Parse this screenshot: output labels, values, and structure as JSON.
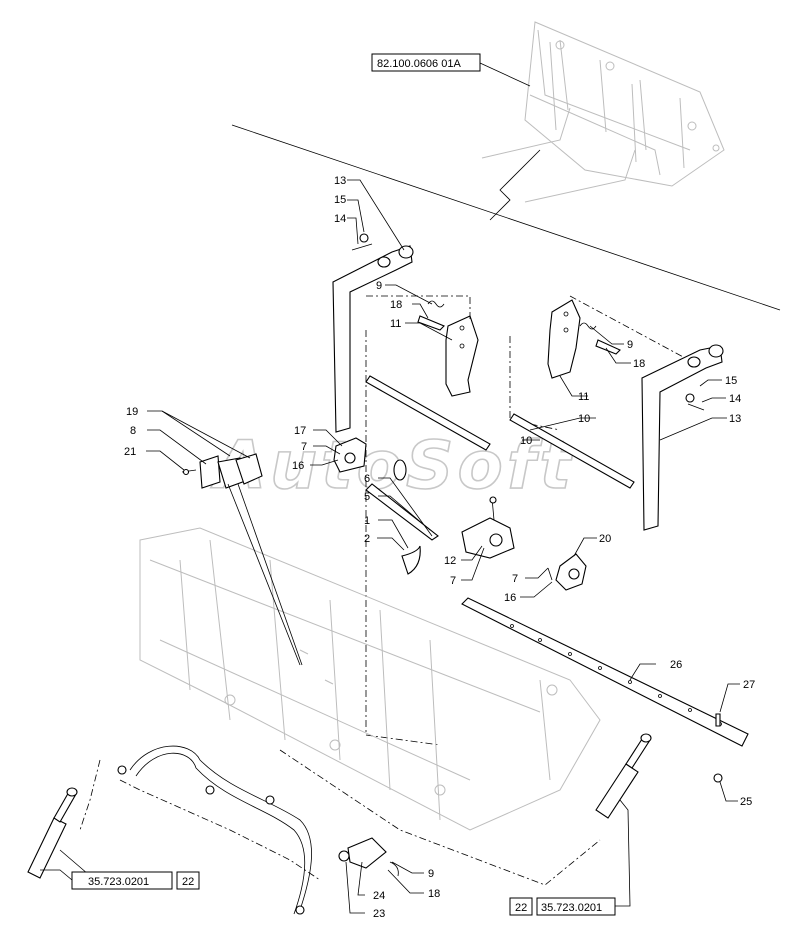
{
  "watermark": "AutoSoft",
  "references": {
    "top": "82.100.0606 01A",
    "bottom_left_code": "35.723.0201",
    "bottom_left_qty": "22",
    "bottom_right_qty": "22",
    "bottom_right_code": "35.723.0201"
  },
  "callouts": {
    "c13a": "13",
    "c15a": "15",
    "c14a": "14",
    "c9a": "9",
    "c18a": "18",
    "c11a": "11",
    "c9b": "9",
    "c18b": "18",
    "c11b": "11",
    "c15b": "15",
    "c14b": "14",
    "c13b": "13",
    "c10a": "10",
    "c10b": "10",
    "c19": "19",
    "c8": "8",
    "c21": "21",
    "c17": "17",
    "c7a": "7",
    "c16a": "16",
    "c6": "6",
    "c5": "5",
    "c1": "1",
    "c2": "2",
    "c12": "12",
    "c7b": "7",
    "c20": "20",
    "c7c": "7",
    "c16b": "16",
    "c26": "26",
    "c27": "27",
    "c25": "25",
    "c9c": "9",
    "c24": "24",
    "c18c": "18",
    "c23": "23"
  }
}
